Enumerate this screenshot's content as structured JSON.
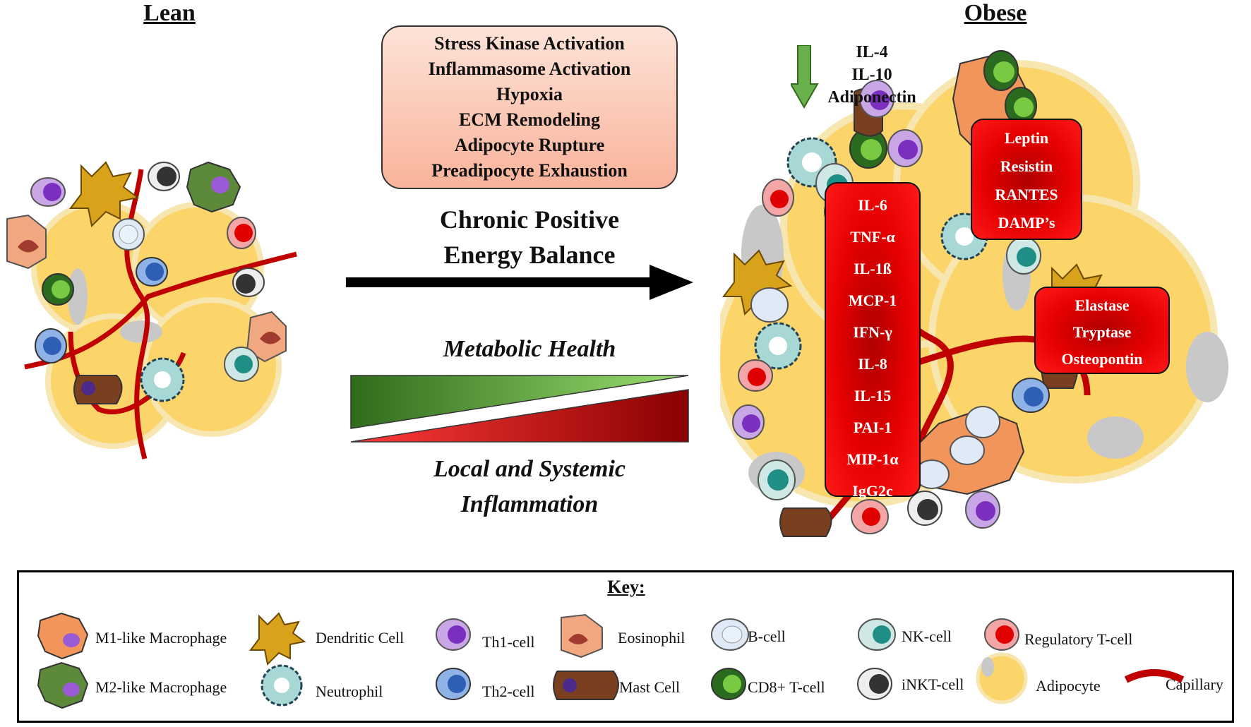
{
  "titles": {
    "lean": "Lean",
    "obese": "Obese"
  },
  "stress_factors": [
    "Stress Kinase Activation",
    "Inflammasome Activation",
    "Hypoxia",
    "ECM Remodeling",
    "Adipocyte Rupture",
    "Preadipocyte Exhaustion"
  ],
  "arrow_label": {
    "line1": "Chronic Positive",
    "line2": "Energy Balance"
  },
  "metabolic_health": "Metabolic Health",
  "inflammation": {
    "line1": "Local and Systemic",
    "line2": "Inflammation"
  },
  "decreased": [
    "IL-4",
    "IL-10",
    "Adiponectin"
  ],
  "cytokines_tall": [
    "IL-6",
    "TNF-α",
    "IL-1ß",
    "MCP-1",
    "IFN-γ",
    "IL-8",
    "IL-15",
    "PAI-1",
    "MIP-1α",
    "IgG2c"
  ],
  "cytokines_adipokines": [
    "Leptin",
    "Resistin",
    "RANTES",
    "DAMP’s"
  ],
  "cytokines_enzymes": [
    "Elastase",
    "Tryptase",
    "Osteopontin"
  ],
  "key": {
    "title": "Key:",
    "items": [
      "M1-like Macrophage",
      "Dendritic Cell",
      "Th1-cell",
      "Eosinophil",
      "B-cell",
      "NK-cell",
      "Regulatory T-cell",
      "M2-like Macrophage",
      "Neutrophil",
      "Th2-cell",
      "Mast Cell",
      "CD8+ T-cell",
      "iNKT-cell",
      "Adipocyte",
      "Capillary"
    ]
  },
  "colors": {
    "adipocyte": "#fbd56a",
    "capillary": "#c00000",
    "cytokine_box": "#e60000",
    "health_green": "#2f7d1e",
    "inflammation_red": "#c00000"
  }
}
